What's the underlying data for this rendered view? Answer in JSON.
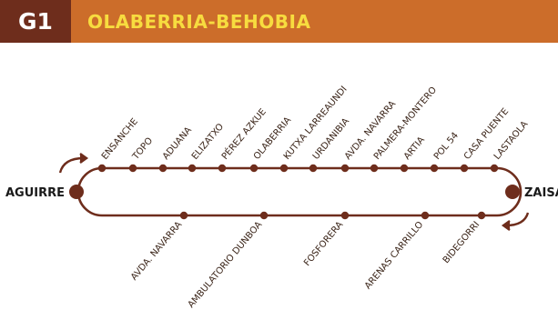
{
  "line": {
    "code": "G1",
    "name": "OLABERRIA-BEHOBIA"
  },
  "colors": {
    "route": "#6e2d1c",
    "header_code_bg": "#6e2d1c",
    "header_title_bg": "#cc6d2a",
    "header_title_text": "#f7dc3f"
  },
  "terminals": {
    "start": "AGUIRRE",
    "end": "ZAISA"
  },
  "top_stops": [
    "ENSANCHE",
    "TOPO",
    "ADUANA",
    "ELIZATXO",
    "PÉREZ AZKUE",
    "OLABERRIA",
    "KUTXA LARREAUNDI",
    "URDANIBIA",
    "AVDA. NAVARRA",
    "PALMERA-MONTERO",
    "ARTIA",
    "POL 54",
    "CASA PUENTE",
    "LASTAOLA"
  ],
  "bottom_stops": [
    "AVDA. NAVARRA",
    "AMBULATORIO DUNBOA",
    "FOSFORERA",
    "ARENAS CARRILLO",
    "BIDEGORRI"
  ],
  "icons": {
    "start_direction": "curved-arrow-right-icon",
    "end_direction": "curved-arrow-left-icon"
  }
}
